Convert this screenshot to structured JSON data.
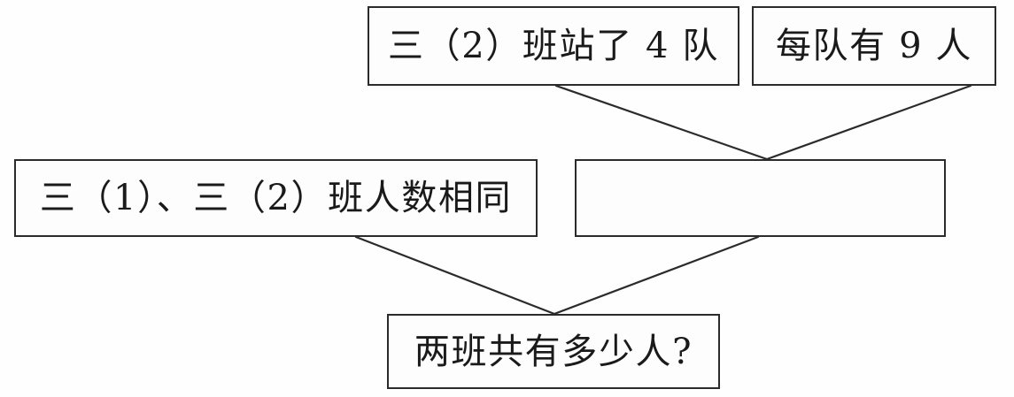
{
  "diagram": {
    "type": "problem-solving-flow-chart",
    "title_text": "",
    "line_color": "#2b2b2b",
    "box_border_color": "#2b2b2b",
    "background_color": "#ffffff",
    "nodes": [
      {
        "id": "class2-teams",
        "text": "三（2）班站了 4 队",
        "row": "top",
        "empty": false
      },
      {
        "id": "per-team",
        "text": "每队有 9 人",
        "row": "top",
        "empty": false
      },
      {
        "id": "same-count",
        "text": "三（1）、三（2）班人数相同",
        "row": "middle",
        "empty": false
      },
      {
        "id": "blank",
        "text": "",
        "row": "middle",
        "empty": true
      },
      {
        "id": "question",
        "text": "两班共有多少人?",
        "row": "bottom",
        "empty": false
      }
    ],
    "connectors": [
      {
        "from": "class2-teams",
        "to": "blank"
      },
      {
        "from": "per-team",
        "to": "blank"
      },
      {
        "from": "same-count",
        "to": "question"
      },
      {
        "from": "blank",
        "to": "question"
      }
    ]
  }
}
